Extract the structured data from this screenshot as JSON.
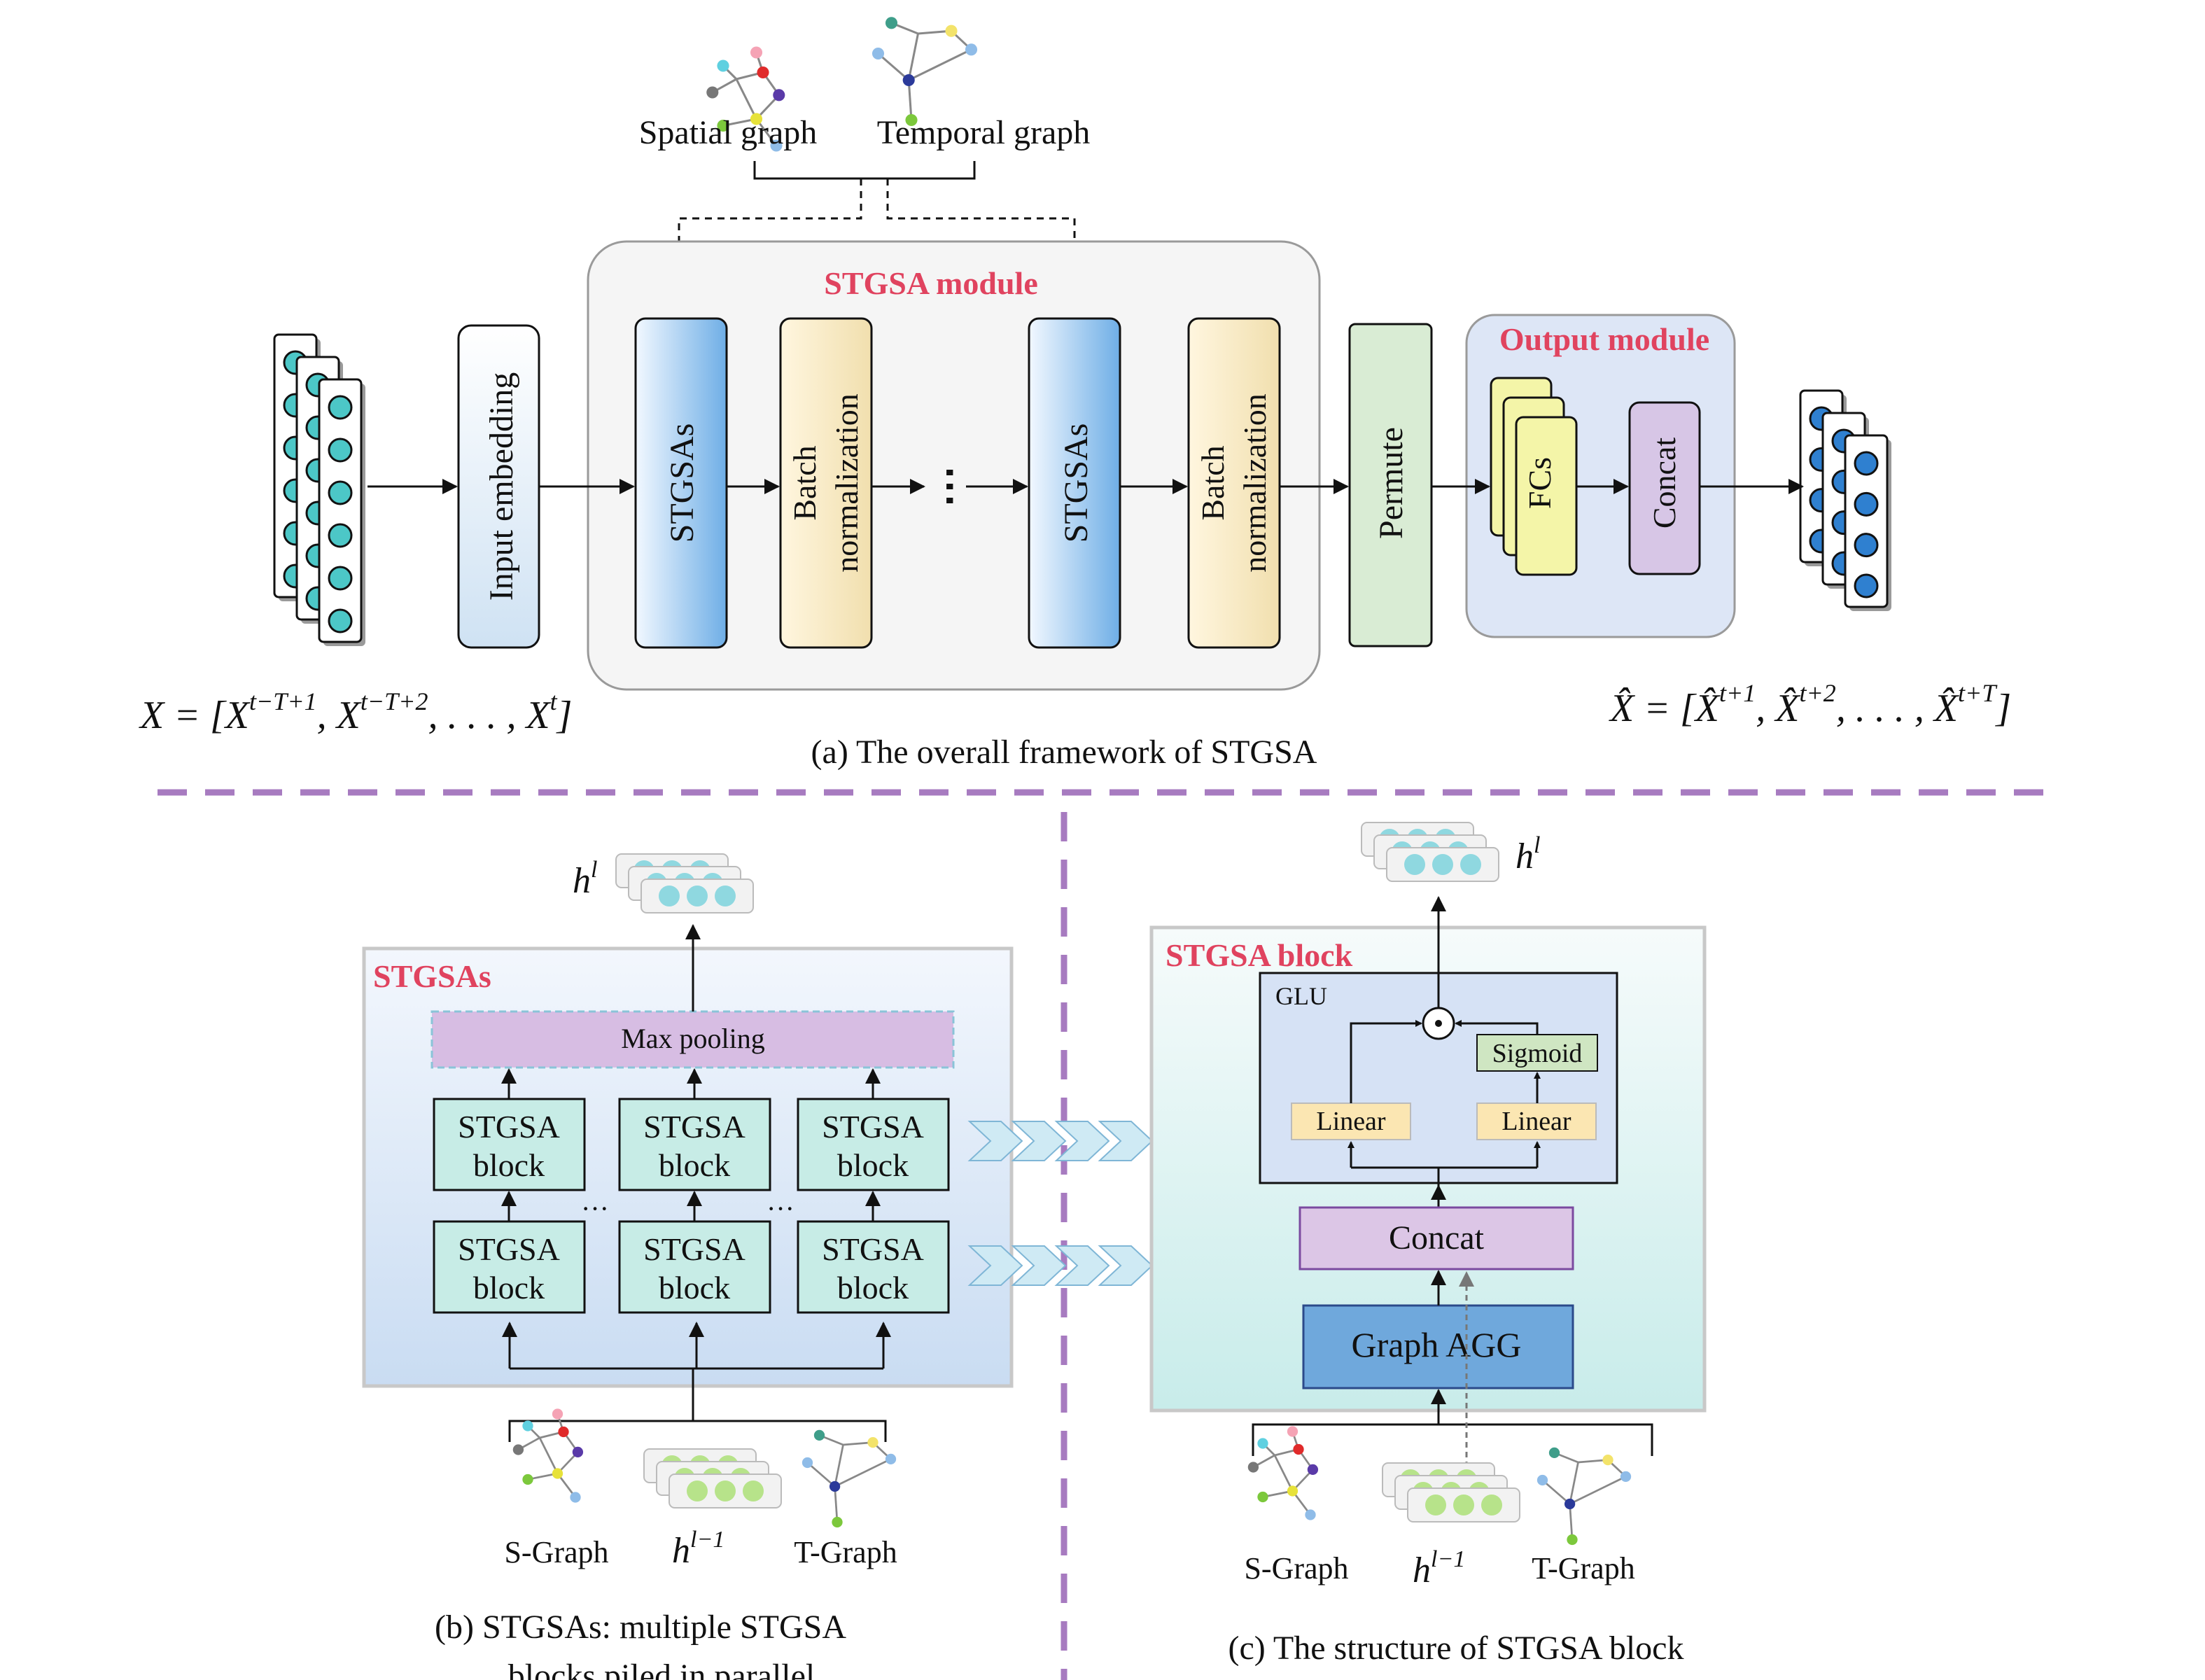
{
  "top": {
    "spatial_graph_label": "Spatial graph",
    "temporal_graph_label": "Temporal graph",
    "stgsa_module_title": "STGSA module",
    "input_embedding_label": "Input embedding",
    "stgsas_label": "STGSAs",
    "batch_norm_line1": "Batch",
    "batch_norm_line2": "normalization",
    "ellipsis": "⋯",
    "permute_label": "Permute",
    "output_module_title": "Output module",
    "fcs_label": "FCs",
    "concat_label": "Concat",
    "input_formula": "X = [X^{t−T+1}, X^{t−T+2}, . . . , X^{t}]",
    "input_formula_main": "X = [X",
    "input_formula_sup1": "t−T+1",
    "input_formula_mid1": ", X",
    "input_formula_sup2": "t−T+2",
    "input_formula_mid2": ", . . . , X",
    "input_formula_sup3": "t",
    "input_formula_end": "]",
    "output_formula_main": "X̂ = [X̂",
    "output_formula_sup1": "t+1",
    "output_formula_mid1": ", X̂",
    "output_formula_sup2": "t+2",
    "output_formula_mid2": ", . . . , X̂",
    "output_formula_sup3": "t+T",
    "output_formula_end": "]",
    "caption": "(a)  The overall framework of STGSA"
  },
  "left": {
    "title": "STGSAs",
    "h_out": "h",
    "h_out_sup": "l",
    "max_pooling": "Max pooling",
    "block_line1": "STGSA",
    "block_line2": "block",
    "dots": "···",
    "s_graph": "S-Graph",
    "h_in": "h",
    "h_in_sup": "l−1",
    "t_graph": "T-Graph",
    "caption_line1": "(b)  STGSAs: multiple STGSA",
    "caption_line2": "blocks piled in parallel"
  },
  "right": {
    "title": "STGSA block",
    "glu": "GLU",
    "sigmoid": "Sigmoid",
    "linear": "Linear",
    "concat": "Concat",
    "graph_agg": "Graph AGG",
    "h_out": "h",
    "h_out_sup": "l",
    "s_graph": "S-Graph",
    "h_in": "h",
    "h_in_sup": "l−1",
    "t_graph": "T-Graph",
    "caption": "(c)  The structure of STGSA block"
  },
  "colors": {
    "accent_red": "#e0435f",
    "divider_purple": "#a77bc0",
    "node_teal": "#4cc7c7",
    "node_blue": "#2f80d0",
    "node_green": "#a9dc6a"
  }
}
